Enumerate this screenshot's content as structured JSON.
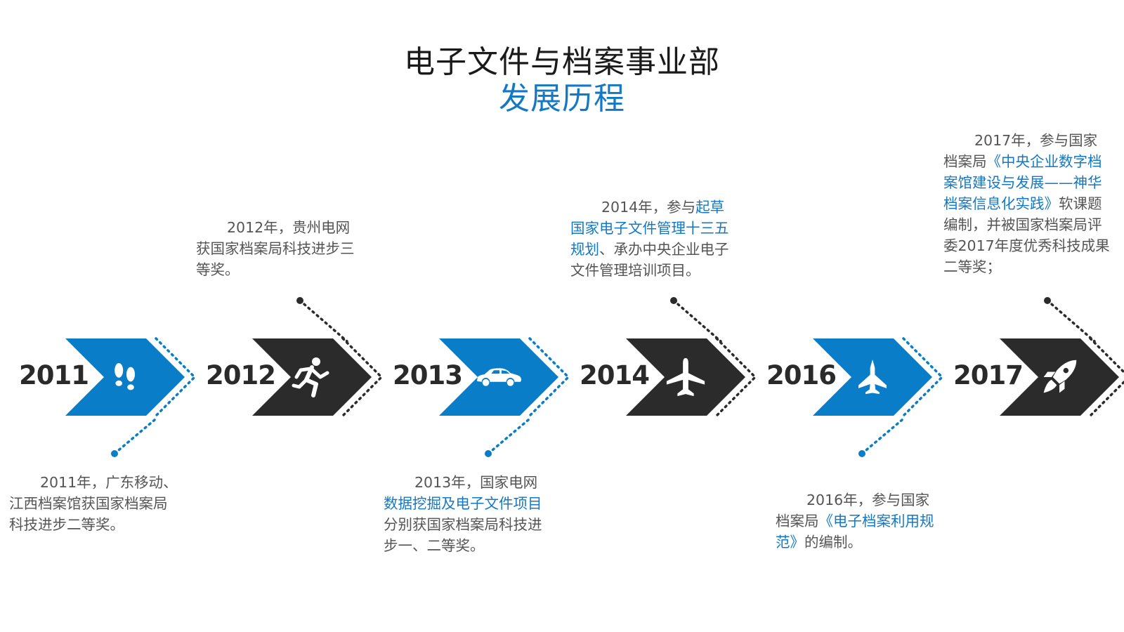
{
  "header": {
    "title": "电子文件与档案事业部",
    "subtitle": "发展历程"
  },
  "colors": {
    "blue": "#0a7dc8",
    "dark": "#2b2b2b",
    "highlight": "#1479c4",
    "text": "#555555"
  },
  "milestones": [
    {
      "year": "2011",
      "style": "blue",
      "icon": "footprints-icon",
      "lines": [
        [
          {
            "t": "2011年，广东移动、"
          }
        ],
        [
          {
            "t": "江西档案馆获国家档案局"
          }
        ],
        [
          {
            "t": "科技进步二等奖。"
          }
        ]
      ]
    },
    {
      "year": "2012",
      "style": "dark",
      "icon": "running-person-icon",
      "lines": [
        [
          {
            "t": "2012年，贵州电网"
          }
        ],
        [
          {
            "t": "获国家档案局科技进步三"
          }
        ],
        [
          {
            "t": "等奖。"
          }
        ]
      ]
    },
    {
      "year": "2013",
      "style": "blue",
      "icon": "car-icon",
      "lines": [
        [
          {
            "t": "2013年，国家电网"
          }
        ],
        [
          {
            "t": "数据挖掘及电子文件项目",
            "hl": true
          }
        ],
        [
          {
            "t": "分别获国家档案局科技进"
          }
        ],
        [
          {
            "t": "步一、二等奖。"
          }
        ]
      ]
    },
    {
      "year": "2014",
      "style": "dark",
      "icon": "airplane-icon",
      "lines": [
        [
          {
            "t": "2014年，参与"
          },
          {
            "t": "起草",
            "hl": true
          }
        ],
        [
          {
            "t": "国家电子文件管理十三五",
            "hl": true
          }
        ],
        [
          {
            "t": "规划",
            "hl": true
          },
          {
            "t": "、承办中央企业电子"
          }
        ],
        [
          {
            "t": "文件管理培训项目。"
          }
        ]
      ]
    },
    {
      "year": "2016",
      "style": "blue",
      "icon": "jet-fighter-icon",
      "lines": [
        [
          {
            "t": "2016年，参与国家"
          }
        ],
        [
          {
            "t": "档案局"
          },
          {
            "t": "《电子档案利用规",
            "hl": true
          }
        ],
        [
          {
            "t": "范》",
            "hl": true
          },
          {
            "t": "的编制。"
          }
        ]
      ]
    },
    {
      "year": "2017",
      "style": "dark",
      "icon": "rocket-icon",
      "lines": [
        [
          {
            "t": "2017年，参与国家"
          }
        ],
        [
          {
            "t": "档案局"
          },
          {
            "t": "《中央企业数字档",
            "hl": true
          }
        ],
        [
          {
            "t": "案馆建设与发展——神华",
            "hl": true
          }
        ],
        [
          {
            "t": "档案信息化实践》",
            "hl": true
          },
          {
            "t": "软课题"
          }
        ],
        [
          {
            "t": "编制，并被国家档案局评"
          }
        ],
        [
          {
            "t": "委2017年度优秀科技成果"
          }
        ],
        [
          {
            "t": "二等奖；"
          }
        ]
      ]
    }
  ]
}
